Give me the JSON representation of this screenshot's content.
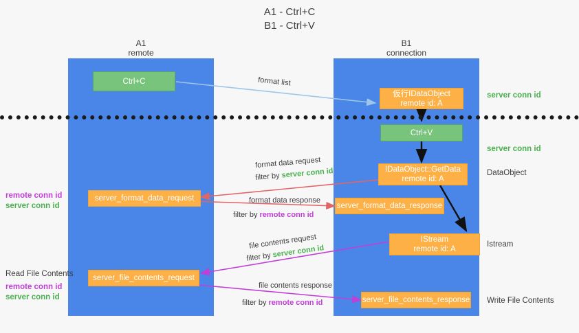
{
  "title": {
    "line1": "A1 - Ctrl+C",
    "line2": "B1 - Ctrl+V"
  },
  "lanes": [
    {
      "id": "a1",
      "name": "A1",
      "role": "remote",
      "color": "#4a86e8"
    },
    {
      "id": "b1",
      "name": "B1",
      "role": "connection",
      "color": "#4a86e8"
    }
  ],
  "colors": {
    "lane": "#4a86e8",
    "green_box": "#78c47c",
    "orange_box": "#fcb045",
    "server_conn_id": "#4caf50",
    "remote_conn_id": "#c13fd6",
    "arrow_blue": "#9fc5e8",
    "arrow_black": "#000000",
    "arrow_red": "#e06666",
    "arrow_magenta": "#c13fd6",
    "divider": "#1a1a1a"
  },
  "boxes": {
    "ctrl_c": "Ctrl+C",
    "ctrl_v": "Ctrl+V",
    "idataobject": {
      "line1": "仮行IDataObject",
      "line2": "remote id: A"
    },
    "getdata": {
      "line1": "IDataObject::GetData",
      "line2": "remote id: A"
    },
    "istream": {
      "line1": "IStream",
      "line2": "remote id: A"
    },
    "server_format_data_request": "server_format_data_request",
    "server_format_data_response": "server_format_data_response",
    "server_file_contents_request": "server_file_contents_request",
    "server_file_contents_response": "server_file_contents_response"
  },
  "right_labels": {
    "server_conn_id_top": "server conn id",
    "server_conn_id_mid": "server conn id",
    "dataobject": "DataObject",
    "istream": "Istream",
    "write_file_contents": "Write File Contents"
  },
  "left_labels": {
    "read_file_contents": "Read File Contents",
    "remote_conn_id": "remote conn id",
    "server_conn_id": "server conn id"
  },
  "edges": [
    {
      "id": "format-list",
      "label": "format list"
    },
    {
      "id": "format-data-request",
      "label": "format data request",
      "filter_prefix": "filter by ",
      "filter_value": "server conn id"
    },
    {
      "id": "format-data-response",
      "label": "format data response",
      "filter_prefix": "filter by ",
      "filter_value": "remote conn id"
    },
    {
      "id": "file-contents-request",
      "label": "file contents request",
      "filter_prefix": "filter by ",
      "filter_value": "server conn id"
    },
    {
      "id": "file-contents-response",
      "label": "file contents response",
      "filter_prefix": "filter by ",
      "filter_value": "remote conn id"
    }
  ]
}
